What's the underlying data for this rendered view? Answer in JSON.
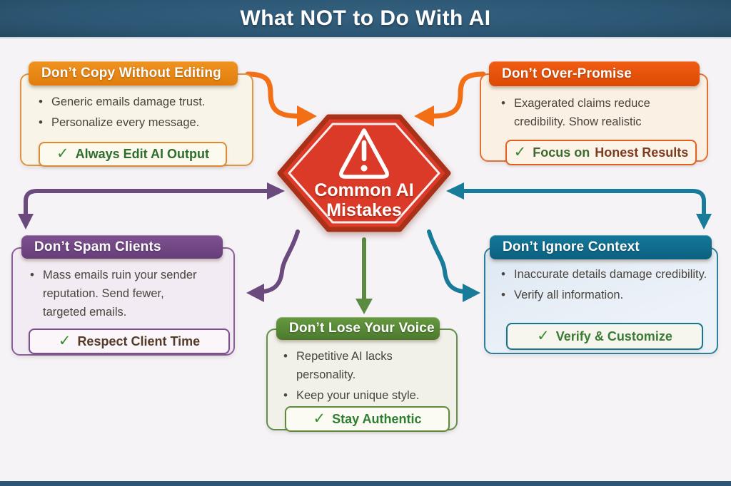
{
  "title": "What NOT to Do With AI",
  "glyphs": {
    "bullet": "•",
    "check": "✓"
  },
  "center": {
    "icon": "warning-triangle-icon",
    "line1": "Common AI",
    "line2": "Mistakes",
    "fill": "#dc3a28",
    "border": "#a93118"
  },
  "colors": {
    "titlebar_bg": "#2c5673",
    "page_bg": "#f6f3f6",
    "bullet_text": "#4a443c",
    "check_green": "#3a8a2e",
    "arrow_orange": "#f26f16",
    "arrow_purple": "#6b4a7d",
    "arrow_teal": "#187b99",
    "arrow_green": "#5b8a41"
  },
  "cards": [
    {
      "title": "Don’t Copy Without Editing",
      "bullets": [
        "Generic emails damage trust.",
        "Personalize every message."
      ],
      "action": {
        "label": "Always Edit AI Output"
      },
      "colors": {
        "header": "#f0931f",
        "header-dark": "#e07d0e",
        "border": "#dd9443",
        "body": "#f8f4e8",
        "pill-border": "#e08a33",
        "pill-bg": "#fcf9ef",
        "action-color": "#2e6e2b"
      }
    },
    {
      "title": "Don’t Over-Promise",
      "bullets": [
        "Exagerated claims reduce credibility. Show realistic"
      ],
      "action": {
        "label": "Focus on",
        "label2": "Honest Results"
      },
      "colors": {
        "header": "#f05c12",
        "header-dark": "#dc4a05",
        "border": "#e27134",
        "body": "#fbf0e4",
        "pill-border": "#e3611f",
        "pill-bg": "#fdf4e9",
        "action-color": "#3c6b2d",
        "action2-color": "#7c3c20"
      }
    },
    {
      "title": "Don’t Spam Clients",
      "bullets": [
        "Mass emails ruin your sender reputation. Send fewer, targeted emails."
      ],
      "action": {
        "label": "Respect Client Time"
      },
      "colors": {
        "header": "#7e5290",
        "header-dark": "#663d79",
        "border": "#8a5f9a",
        "body": "#f2ebf3",
        "pill-border": "#7a4f8c",
        "pill-bg": "#faf6fa",
        "action-color": "#553a28"
      }
    },
    {
      "title": "Don’t Ignore Context",
      "bullets": [
        "Inaccurate details damage credibility.",
        "Verify all information."
      ],
      "action": {
        "label": "Verify & Customize"
      },
      "colors": {
        "header": "#14789a",
        "header-dark": "#0c6080",
        "border": "#2d7f9a",
        "body": "#e9eff6",
        "pill-border": "#17768f",
        "pill-bg": "#f6f6ee",
        "action-color": "#3a7c33"
      }
    },
    {
      "title": "Don’t Lose Your Voice",
      "bullets": [
        "Repetitive AI lacks personality.",
        "Keep your unique style."
      ],
      "action": {
        "label": "Stay Authentic"
      },
      "colors": {
        "header": "#66993f",
        "header-dark": "#4b7a2e",
        "border": "#648e49",
        "body": "#f1f1e9",
        "pill-border": "#5d8a3b",
        "pill-bg": "#fbfbf3",
        "action-color": "#2f7d33"
      }
    }
  ]
}
